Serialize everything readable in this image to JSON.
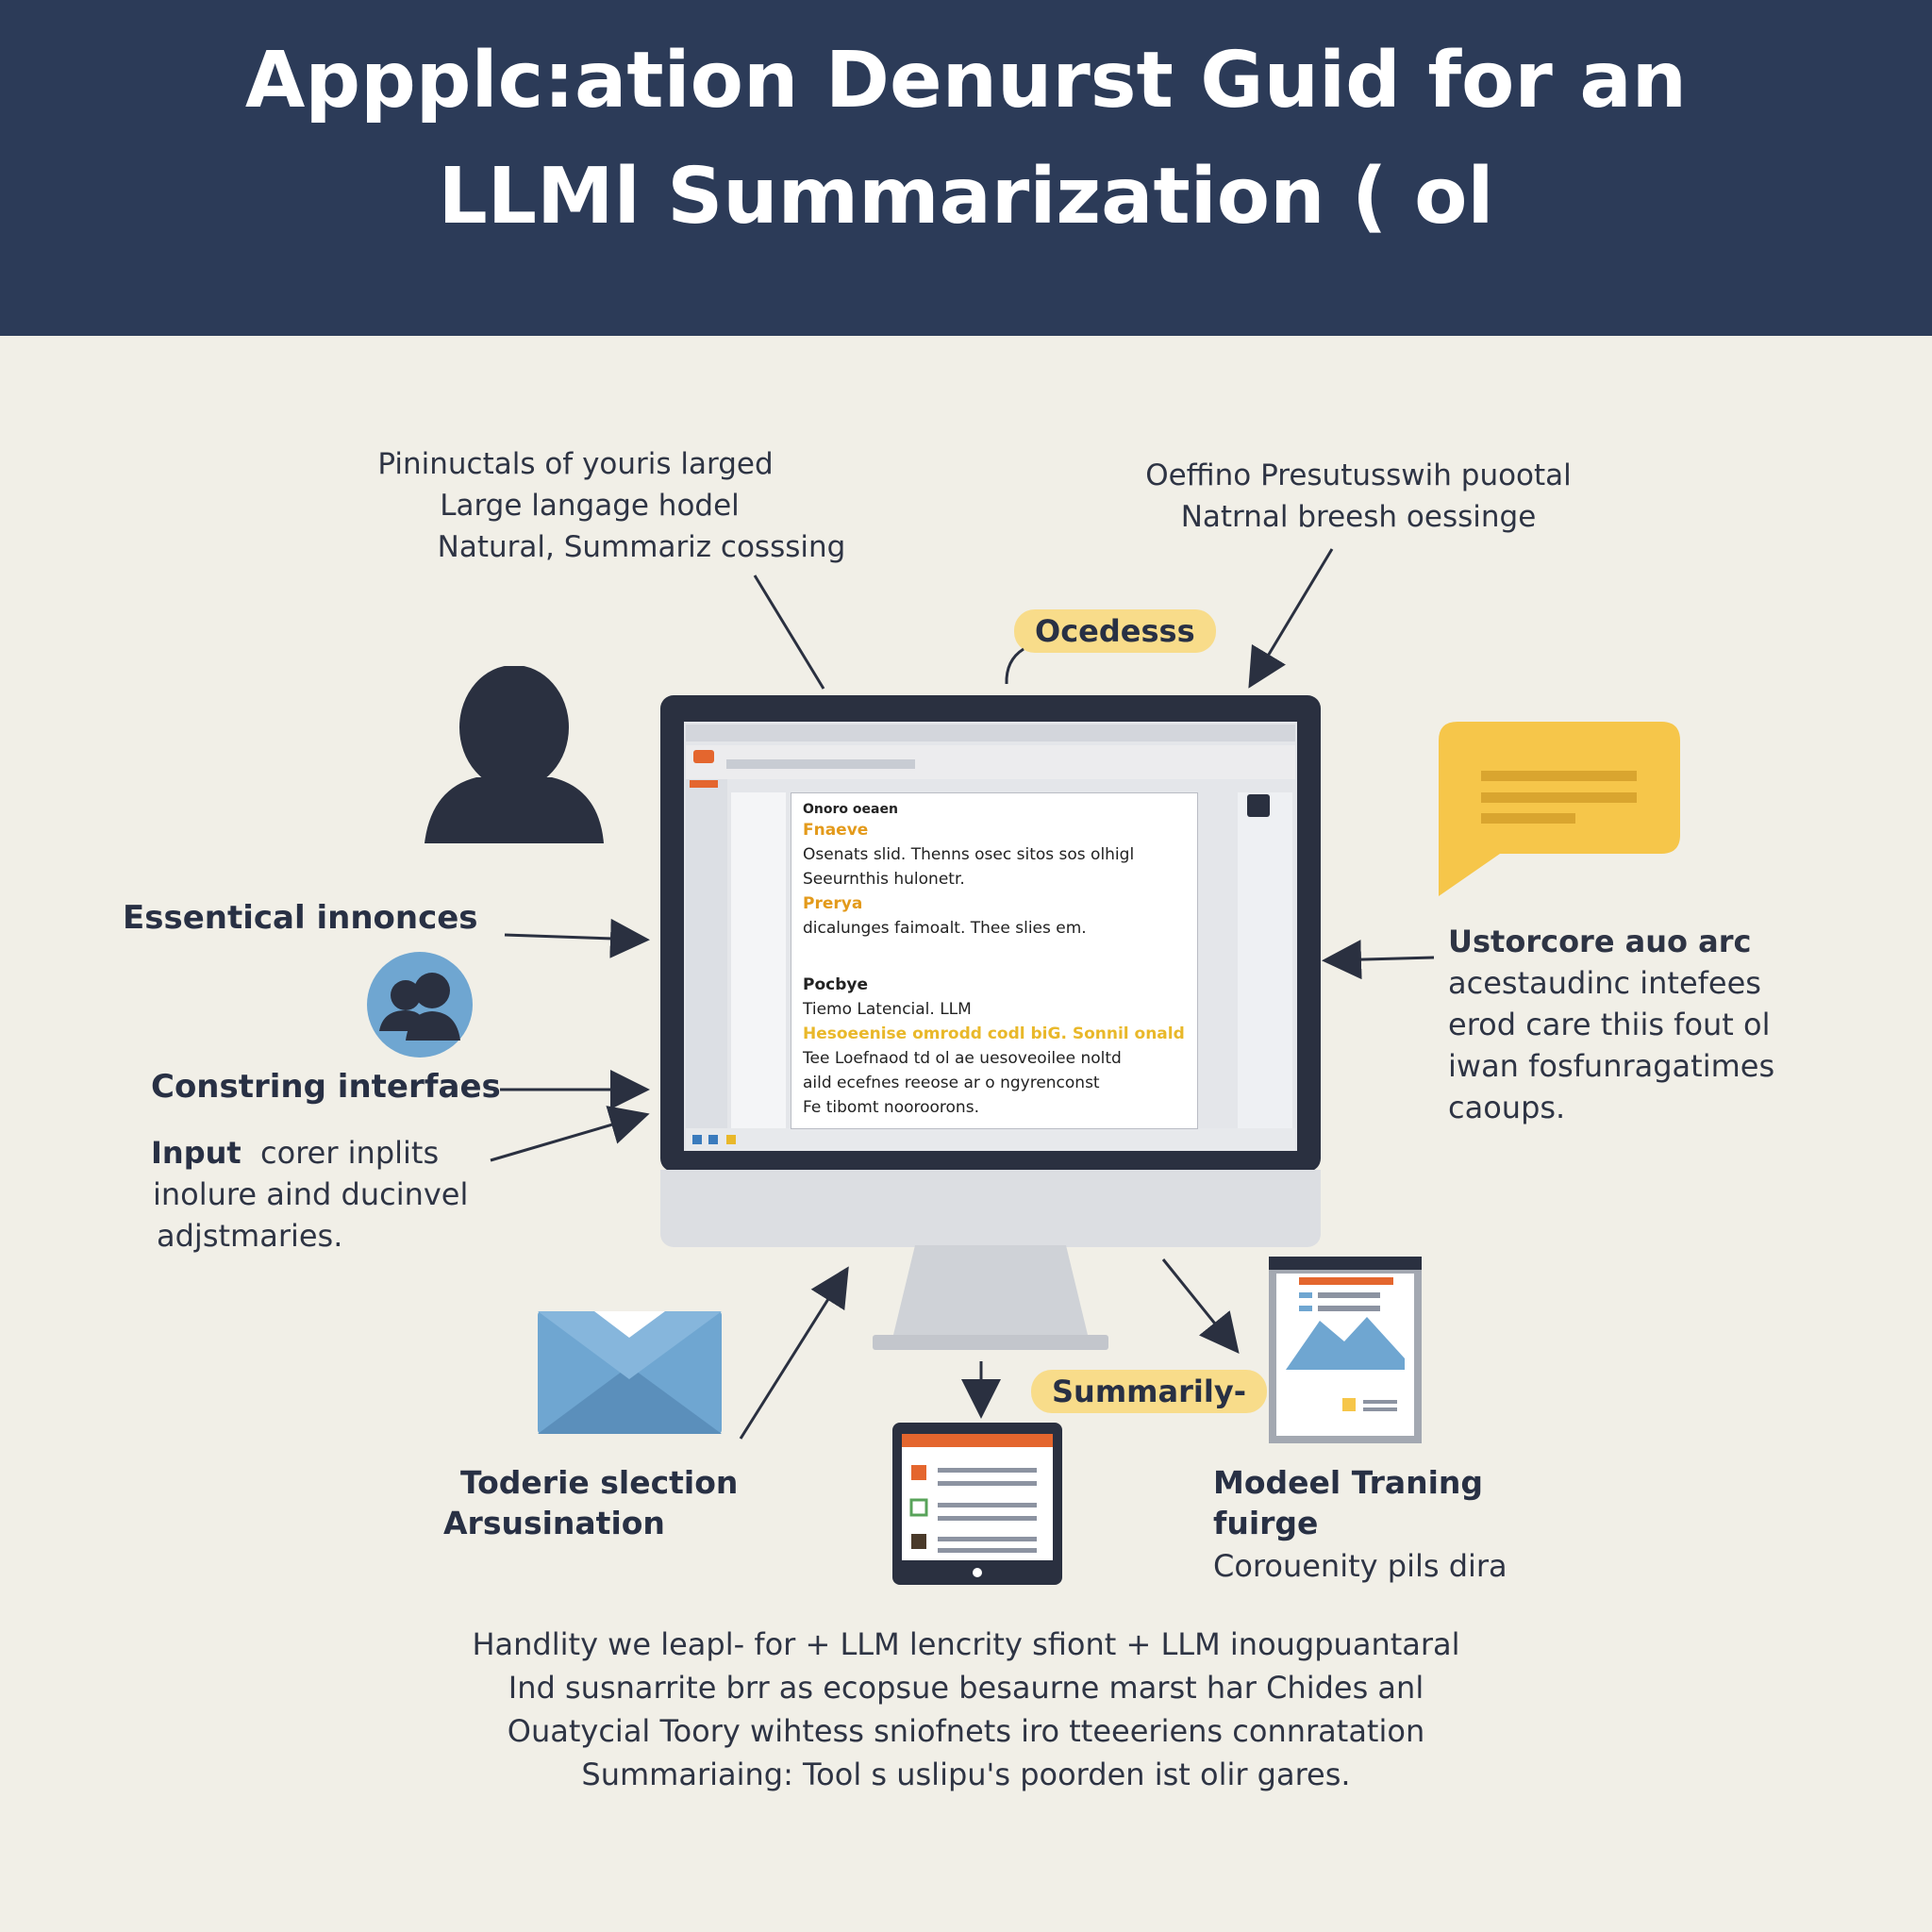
{
  "header": {
    "title_line1": "Appplc:ation Denurst Guid for an",
    "title_line2": "LLMl Summarization ( ol"
  },
  "top_left_note": [
    "Pininuctals of youris larged",
    "Large langage hodel",
    "Natural, Summariz cosssing"
  ],
  "top_right_note": [
    "Oeffino Presutusswih puootal",
    "Natrnal breesh oessinge"
  ],
  "pill_top": "Ocedesss",
  "left_labels": {
    "essential": "Essentical innonces",
    "constring": "Constring interfaes",
    "input_title": "Input",
    "input_line1": "corer inplits",
    "input_line2": "inolure aind ducinvel",
    "input_line3": "adjstmaries."
  },
  "right_note": [
    "Ustorcore auo arc",
    "acestaudinc intefees",
    "erod care thiis fout ol",
    "iwan fosfunragatimes",
    "caoups."
  ],
  "screen_doc": {
    "heading": "Onoro oeaen",
    "sub1": "Fnaeve",
    "line1": "Osenats slid. Thenns osec sitos sos olhigl",
    "line2": "Seeurnthis hulonetr.",
    "sub2": "Prerya",
    "line3": "dicalunges faimoalt. Thee slies em.",
    "head2": "Pocbye",
    "line4": "Tiemo Latencial. LLM",
    "line5": "Hesoeenise omrodd codl biG. Sonnil onald",
    "line6": "Tee Loefnaod td ol ae uesoveoilee noltd",
    "line7": "aild ecefnes reeose ar o ngyrenconst",
    "line8": "Fe tibomt nooroorons."
  },
  "pill_bottom": "Summarily-",
  "bottom_left_label": {
    "line1": "Toderie slection",
    "line2": "Arsusination"
  },
  "bottom_right_label": {
    "line1": "Modeel Traning",
    "line2": "fuirge",
    "line3": "Corouenity pils dira"
  },
  "footer": [
    "Handlity we leapl- for + LLM lencrity sfiont + LLM inougpuantaral",
    "Ind susnarrite brr as ecopsue besaurne marst har Chides anl",
    "Ouatycial Toory wihtess sniofnets iro tteeeriens connratation",
    "Summariaing: Tool s uslipu's poorden ist olir gares."
  ],
  "colors": {
    "header": "#2c3b58",
    "background": "#f1efe7",
    "accent_yellow": "#f6c64a",
    "accent_blue": "#6fa6d1",
    "accent_orange": "#e4662e",
    "dark": "#2a3040"
  },
  "icons": [
    "person-icon",
    "group-icon",
    "chat-bubble-icon",
    "envelope-icon",
    "tablet-icon",
    "image-document-icon",
    "monitor-icon"
  ]
}
